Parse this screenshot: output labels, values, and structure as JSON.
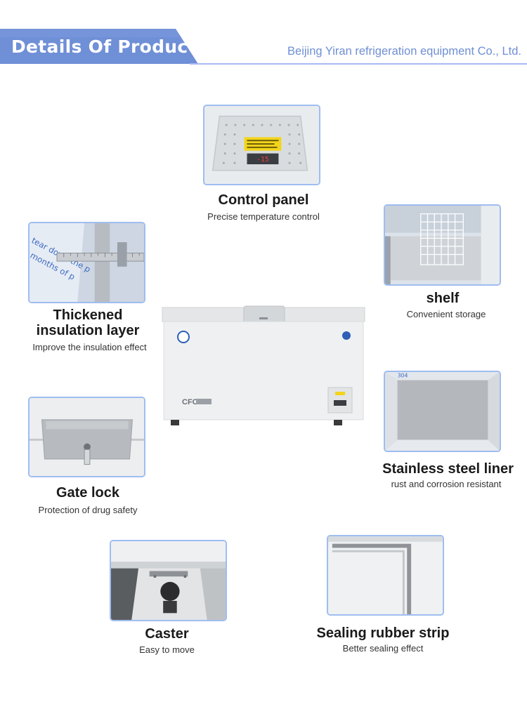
{
  "header": {
    "title": "Details Of Product",
    "company": "Beijing Yiran refrigeration equipment Co., Ltd."
  },
  "colors": {
    "header_band": "#6f8fd6",
    "accent_line": "#a9b9f2",
    "thumb_border": "#9fbdf0",
    "company_text": "#6f8fd3"
  },
  "features": {
    "control_panel": {
      "title": "Control panel",
      "subtitle": "Precise temperature control",
      "display": "-15"
    },
    "shelf": {
      "title": "shelf",
      "subtitle": "Convenient storage"
    },
    "insulation": {
      "title_line1": "Thickened",
      "title_line2": "insulation layer",
      "subtitle": "Improve the insulation effect"
    },
    "liner": {
      "title": "Stainless steel liner",
      "subtitle": "rust and corrosion resistant"
    },
    "gate_lock": {
      "title": "Gate lock",
      "subtitle": "Protection of drug safety"
    },
    "caster": {
      "title": "Caster",
      "subtitle": "Easy to move"
    },
    "sealing": {
      "title": "Sealing rubber strip",
      "subtitle": "Better sealing effect"
    }
  },
  "freezer": {
    "front_label": "CFC"
  },
  "insulation_photo": {
    "sticker_text": "tear down the p",
    "sticker_text2": "months of p"
  },
  "liner_photo": {
    "sticker_text": "304"
  }
}
